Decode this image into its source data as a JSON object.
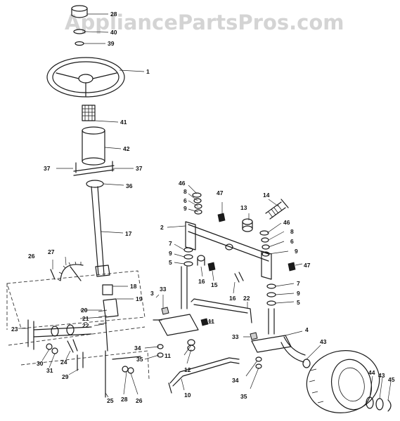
{
  "watermark": "AppliancePartsPros.com",
  "labels": [
    {
      "id": "l28a",
      "text": "28"
    },
    {
      "id": "l40",
      "text": "40"
    },
    {
      "id": "l39",
      "text": "39"
    },
    {
      "id": "l1",
      "text": "1"
    },
    {
      "id": "l41",
      "text": "41"
    },
    {
      "id": "l42",
      "text": "42"
    },
    {
      "id": "l37a",
      "text": "37"
    },
    {
      "id": "l37b",
      "text": "37"
    },
    {
      "id": "l36",
      "text": "36"
    },
    {
      "id": "l17",
      "text": "17"
    },
    {
      "id": "l27",
      "text": "27"
    },
    {
      "id": "l26a",
      "text": "26"
    },
    {
      "id": "l18a",
      "text": "18"
    },
    {
      "id": "l19",
      "text": "19"
    },
    {
      "id": "l20",
      "text": "20"
    },
    {
      "id": "l21",
      "text": "21"
    },
    {
      "id": "l22a",
      "text": "22"
    },
    {
      "id": "l23",
      "text": "23"
    },
    {
      "id": "l30",
      "text": "30"
    },
    {
      "id": "l31",
      "text": "31"
    },
    {
      "id": "l24",
      "text": "24"
    },
    {
      "id": "l29",
      "text": "29"
    },
    {
      "id": "l25",
      "text": "25"
    },
    {
      "id": "l28b",
      "text": "28"
    },
    {
      "id": "l26b",
      "text": "26"
    },
    {
      "id": "l46a",
      "text": "46"
    },
    {
      "id": "l8a",
      "text": "8"
    },
    {
      "id": "l6a",
      "text": "6"
    },
    {
      "id": "l9a",
      "text": "9"
    },
    {
      "id": "l47a",
      "text": "47"
    },
    {
      "id": "l14",
      "text": "14"
    },
    {
      "id": "l13",
      "text": "13"
    },
    {
      "id": "l2",
      "text": "2"
    },
    {
      "id": "l7a",
      "text": "7"
    },
    {
      "id": "l9b",
      "text": "9"
    },
    {
      "id": "l5a",
      "text": "5"
    },
    {
      "id": "l16a",
      "text": "16"
    },
    {
      "id": "l15",
      "text": "15"
    },
    {
      "id": "l46b",
      "text": "46"
    },
    {
      "id": "l8b",
      "text": "8"
    },
    {
      "id": "l6b",
      "text": "6"
    },
    {
      "id": "l9c",
      "text": "9"
    },
    {
      "id": "l47b",
      "text": "47"
    },
    {
      "id": "l7b",
      "text": "7"
    },
    {
      "id": "l9d",
      "text": "9"
    },
    {
      "id": "l5b",
      "text": "5"
    },
    {
      "id": "l16b",
      "text": "16"
    },
    {
      "id": "l22b",
      "text": "22"
    },
    {
      "id": "l3",
      "text": "3"
    },
    {
      "id": "l33a",
      "text": "33"
    },
    {
      "id": "l11",
      "text": "11"
    },
    {
      "id": "l34a",
      "text": "34"
    },
    {
      "id": "l35a",
      "text": "35"
    },
    {
      "id": "l12",
      "text": "12"
    },
    {
      "id": "l33b",
      "text": "33"
    },
    {
      "id": "l4",
      "text": "4"
    },
    {
      "id": "l34b",
      "text": "34"
    },
    {
      "id": "l35b",
      "text": "35"
    },
    {
      "id": "l10",
      "text": "10"
    },
    {
      "id": "l43",
      "text": "43"
    },
    {
      "id": "l44",
      "text": "44"
    },
    {
      "id": "l43b",
      "text": "43"
    },
    {
      "id": "l45",
      "text": "45"
    }
  ]
}
